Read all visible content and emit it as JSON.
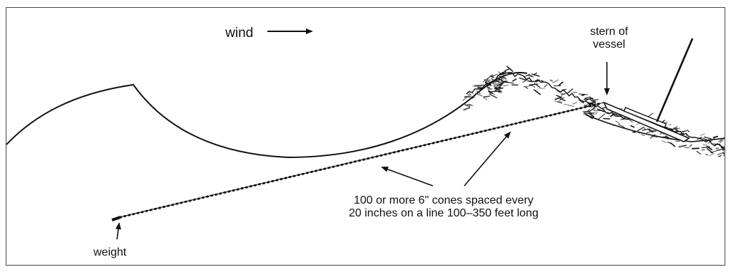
{
  "labels": {
    "wind": "wind",
    "stern_line1": "stern of",
    "stern_line2": "vessel",
    "cones_line1": "100 or more 6\" cones spaced every",
    "cones_line2": "20 inches on a line 100–350 feet long",
    "weight": "weight"
  },
  "style": {
    "ink": "#111111",
    "spray": "#444444",
    "border": "#4a4a4a",
    "background": "#ffffff"
  },
  "drogue": {
    "cone_count_text": "100 or more",
    "cone_size_text": "6\"",
    "spacing_text": "20 inches",
    "line_length_text": "100–350 feet"
  }
}
